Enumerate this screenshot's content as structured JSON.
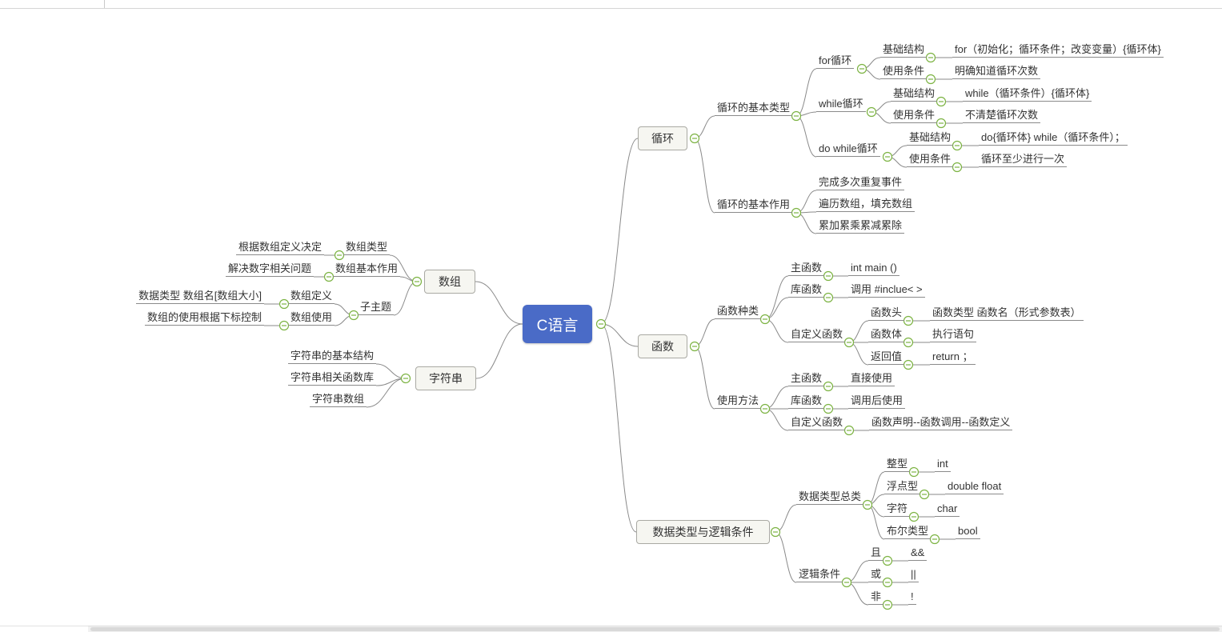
{
  "colors": {
    "central_topic_bg": "#4a6bc7",
    "central_topic_text": "#ffffff",
    "main_topic_bg": "#f6f6f1",
    "branch_line": "#8a8a8a",
    "collapse_icon": "#7cb342"
  },
  "map": {
    "root_label": "C语言",
    "loop": {
      "label": "循环",
      "types": {
        "label": "循环的基本类型",
        "for": {
          "label": "for循环",
          "structure_label": "基础结构",
          "structure": "for（初始化；循环条件；改变变量）{循环体}",
          "condition_label": "使用条件",
          "condition": "明确知道循环次数"
        },
        "while": {
          "label": "while循环",
          "structure_label": "基础结构",
          "structure": "while（循环条件）{循环体}",
          "condition_label": "使用条件",
          "condition": "不清楚循环次数"
        },
        "dowhile": {
          "label": "do while循环",
          "structure_label": "基础结构",
          "structure": "do{循环体} while（循环条件）；",
          "condition_label": "使用条件",
          "condition": "循环至少进行一次"
        }
      },
      "effects": {
        "label": "循环的基本作用",
        "items": [
          "完成多次重复事件",
          "遍历数组，填充数组",
          "累加累乘累减累除"
        ]
      }
    },
    "func": {
      "label": "函数",
      "kinds": {
        "label": "函数种类",
        "main": {
          "label": "主函数",
          "value": "int main ()"
        },
        "lib": {
          "label": "库函数",
          "value": "调用 #inclue< >"
        },
        "custom": {
          "label": "自定义函数",
          "head": {
            "label": "函数头",
            "value": "函数类型 函数名（形式参数表）"
          },
          "body": {
            "label": "函数体",
            "value": "执行语句"
          },
          "ret": {
            "label": "返回值",
            "value": "return ；"
          }
        }
      },
      "usage": {
        "label": "使用方法",
        "main": {
          "label": "主函数",
          "value": "直接使用"
        },
        "lib": {
          "label": "库函数",
          "value": "调用后使用"
        },
        "custom": {
          "label": "自定义函数",
          "value": "函数声明--函数调用--函数定义"
        }
      }
    },
    "datatypes": {
      "label": "数据类型与逻辑条件",
      "categories": {
        "label": "数据类型总类",
        "int": {
          "label": "整型",
          "value": "int"
        },
        "float": {
          "label": "浮点型",
          "value": "double float"
        },
        "char": {
          "label": "字符",
          "value": "char"
        },
        "bool": {
          "label": "布尔类型",
          "value": "bool"
        }
      },
      "logic": {
        "label": "逻辑条件",
        "and": {
          "label": "且",
          "value": "&&"
        },
        "or": {
          "label": "或",
          "value": "||"
        },
        "not": {
          "label": "非",
          "value": "!"
        }
      }
    },
    "array": {
      "label": "数组",
      "type": {
        "label": "数组类型",
        "value": "根据数组定义决定"
      },
      "purpose": {
        "label": "数组基本作用",
        "value": "解决数字相关问题"
      },
      "subtopic": {
        "label": "子主题",
        "definition": {
          "label": "数组定义",
          "value": "数据类型 数组名[数组大小]"
        },
        "usage": {
          "label": "数组使用",
          "value": "数组的使用根据下标控制"
        }
      }
    },
    "string": {
      "label": "字符串",
      "items": [
        "字符串的基本结构",
        "字符串相关函数库",
        "字符串数组"
      ]
    }
  }
}
